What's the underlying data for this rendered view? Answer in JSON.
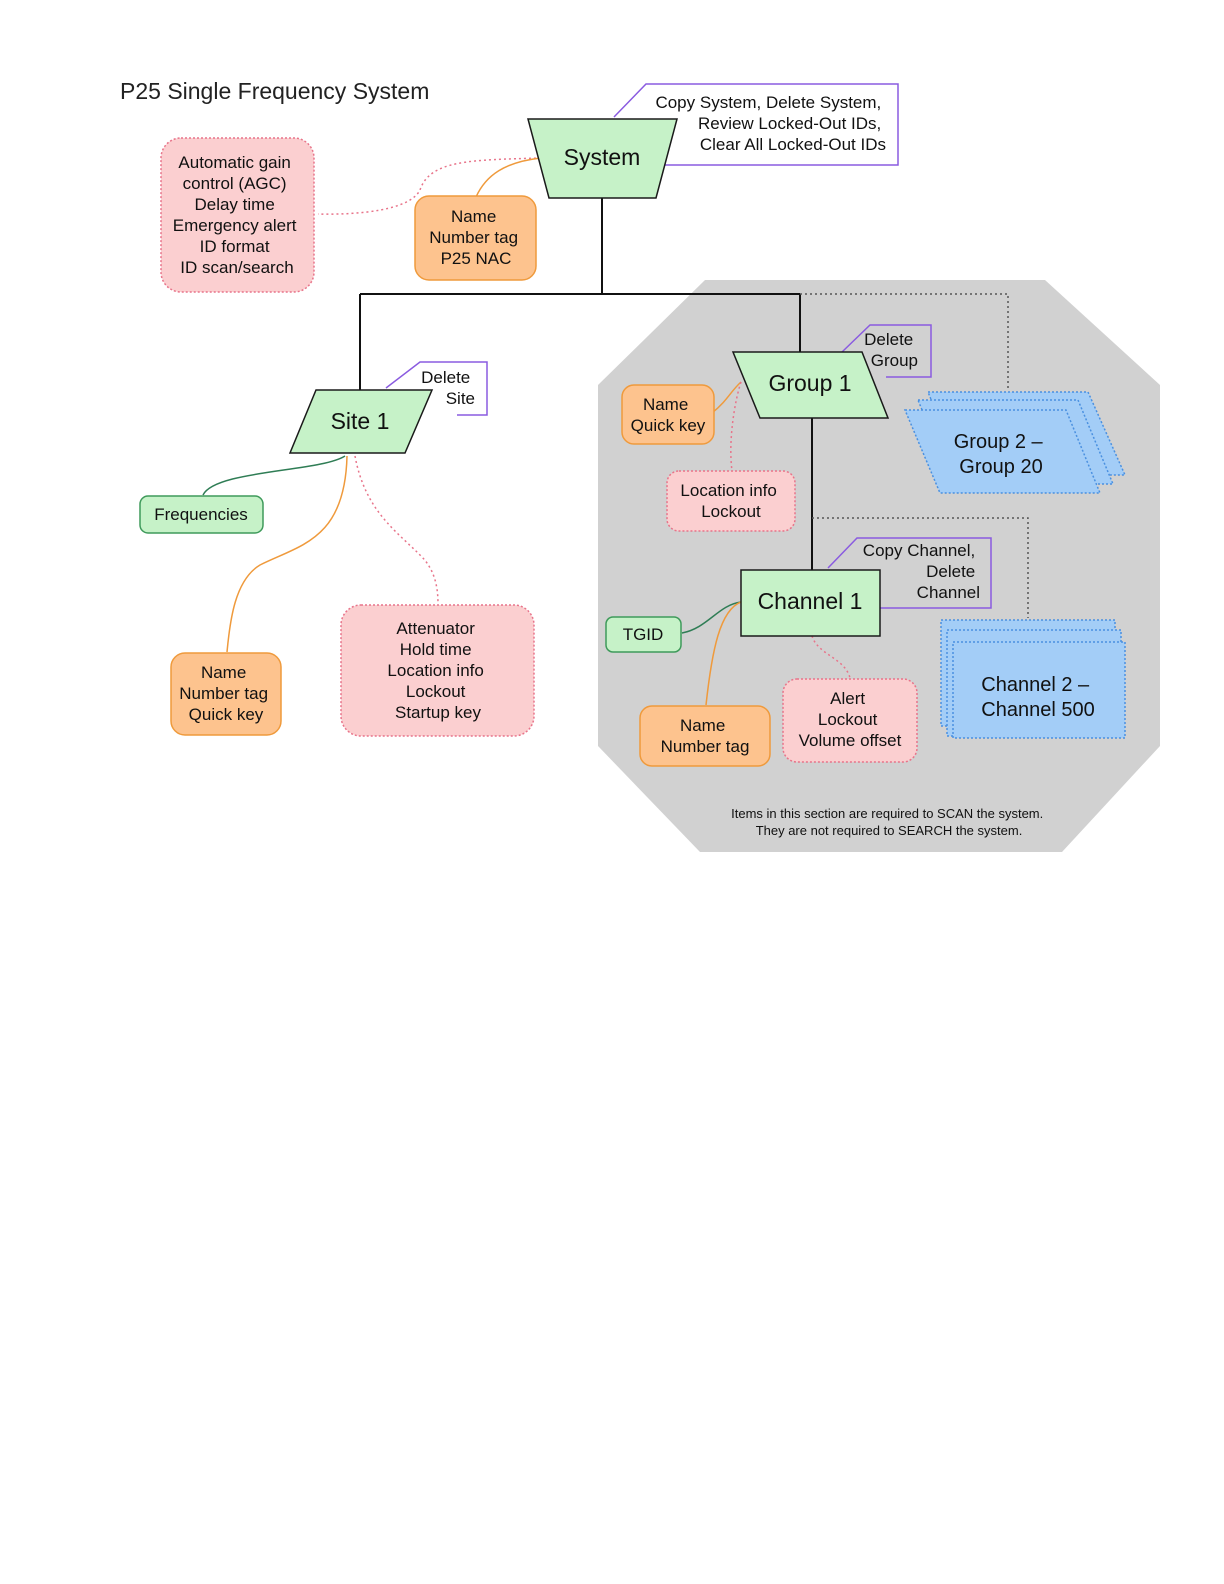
{
  "title": "P25 Single Frequency System",
  "nodes": {
    "system": "System",
    "site": "Site 1",
    "group": "Group 1",
    "channel": "Channel 1",
    "group_range": [
      "Group 2 –",
      "Group 20"
    ],
    "channel_range": [
      "Channel 2 –",
      "Channel 500"
    ]
  },
  "callouts": {
    "system_actions": [
      "Copy System, Delete System,",
      "Review Locked-Out IDs,",
      "Clear All Locked-Out IDs"
    ],
    "site_actions": [
      "Delete",
      "Site"
    ],
    "group_actions": [
      "Delete",
      "Group"
    ],
    "channel_actions": [
      "Copy Channel,",
      "Delete",
      "Channel"
    ]
  },
  "settings": {
    "system_advanced": [
      "Automatic gain",
      "control (AGC)",
      "Delay time",
      "Emergency alert",
      "ID format",
      "ID scan/search"
    ],
    "system_basic": [
      "Name",
      "Number tag",
      "P25 NAC"
    ],
    "site_frequencies": [
      "Frequencies"
    ],
    "site_basic": [
      "Name",
      "Number tag",
      "Quick key"
    ],
    "site_advanced": [
      "Attenuator",
      "Hold time",
      "Location info",
      "Lockout",
      "Startup key"
    ],
    "group_basic": [
      "Name",
      "Quick key"
    ],
    "group_advanced": [
      "Location info",
      "Lockout"
    ],
    "channel_tgid": [
      "TGID"
    ],
    "channel_basic": [
      "Name",
      "Number tag"
    ],
    "channel_advanced": [
      "Alert",
      "Lockout",
      "Volume offset"
    ]
  },
  "scan_note": [
    "Items in this section are required to SCAN the system.",
    "They are not required to SEARCH the system."
  ],
  "colors": {
    "green_fill": "#c6f2c8",
    "green_stroke": "#3e9a5a",
    "orange_fill": "#fdc38e",
    "orange_stroke": "#ef9a3c",
    "pink_fill": "#fbcfd0",
    "pink_stroke": "#e8748a",
    "blue_fill": "#a3cdf7",
    "blue_stroke": "#4a90e0",
    "purple_stroke": "#8a5be0",
    "gray_region": "#d1d1d1"
  }
}
